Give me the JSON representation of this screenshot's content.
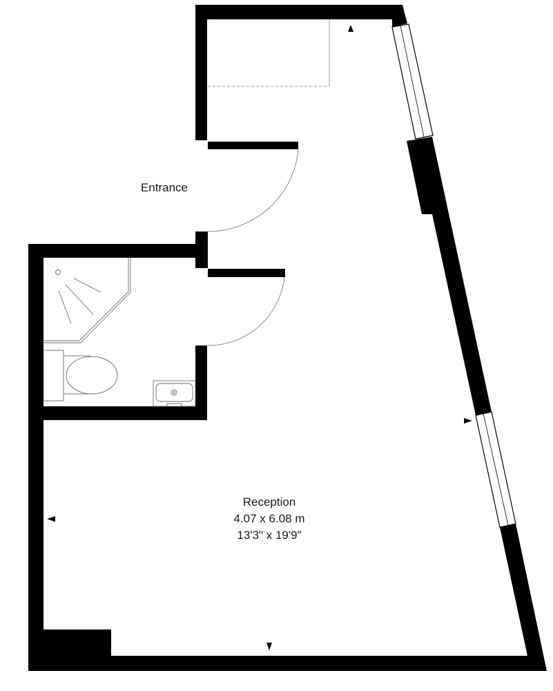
{
  "floorplan": {
    "rooms": {
      "entrance": {
        "name": "Entrance"
      },
      "reception": {
        "name": "Reception",
        "size_metric": "4.07 x 6.08 m",
        "size_imperial": "13'3\" x 19'9\""
      },
      "bathroom": {
        "fixtures": [
          "shower",
          "toilet",
          "sink"
        ]
      }
    },
    "colors": {
      "wall": "#000000",
      "background": "#ffffff",
      "fixture_line": "#6a6a6a"
    },
    "dimension_markers": [
      {
        "position": "top",
        "direction": "up"
      },
      {
        "position": "right",
        "direction": "right"
      },
      {
        "position": "left",
        "direction": "left"
      },
      {
        "position": "bottom",
        "direction": "down"
      }
    ]
  }
}
